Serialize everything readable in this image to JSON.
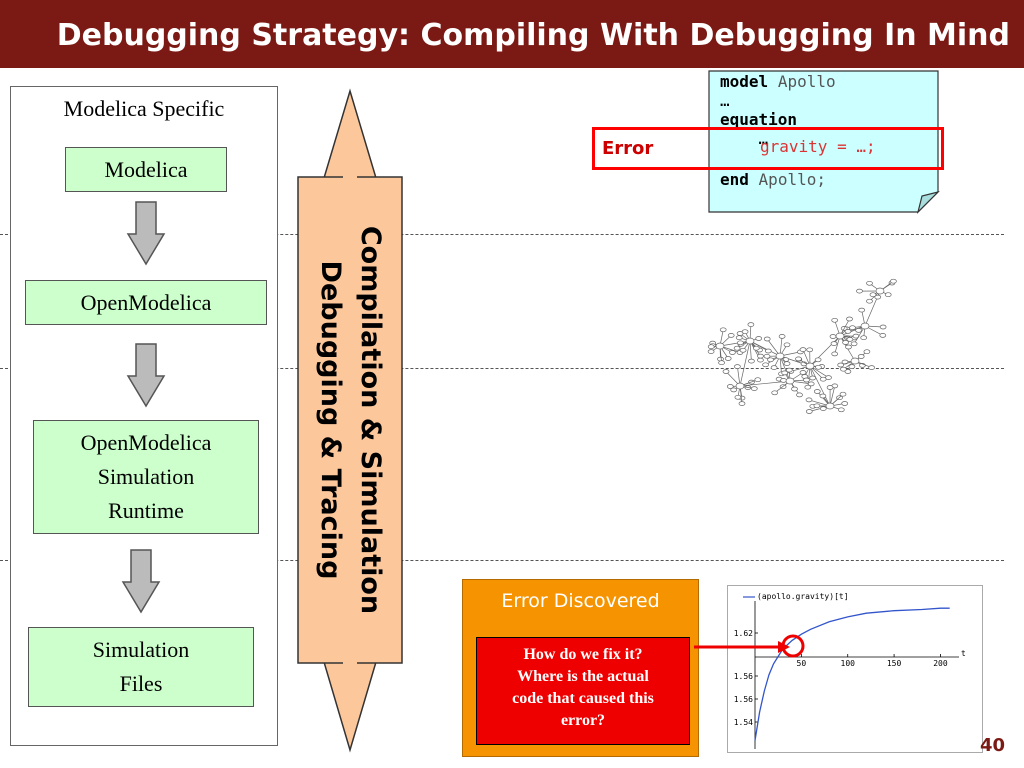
{
  "title": "Debugging Strategy: Compiling With Debugging In Mind",
  "left_panel": {
    "heading": "Modelica Specific",
    "steps": [
      "Modelica",
      "OpenModelica",
      "OpenModelica\nSimulation\nRuntime",
      "Simulation\nFiles"
    ]
  },
  "arrow": {
    "line1": "Compilation & Simulation",
    "line2": "Debugging & Tracing",
    "fill_color": "#fcc89b"
  },
  "code": {
    "kw_model": "model",
    "name1": "Apollo",
    "ellipsis1": "…",
    "kw_equation": "equation",
    "ellipsis2": "…",
    "equation_line": "gravity = …;",
    "kw_end": "end",
    "name2": "Apollo;"
  },
  "error_label": "Error",
  "error_box": {
    "title": "Error Discovered",
    "question": "How do we fix it?\nWhere is the actual\ncode that caused this\nerror?"
  },
  "chart_data": {
    "type": "line",
    "title": "",
    "legend": "(apollo.gravity)[t]",
    "xlabel": "t",
    "ylabel": "",
    "x_ticks": [
      "50",
      "100",
      "150",
      "200"
    ],
    "y_ticks": [
      "1.62",
      "1.56",
      "1.56",
      "1.54"
    ],
    "xlim": [
      0,
      220
    ],
    "ylim": [
      1.53,
      1.64
    ],
    "series": [
      {
        "x": [
          0,
          5,
          10,
          15,
          20,
          30,
          40,
          50,
          60,
          80,
          100,
          120,
          150,
          180,
          200,
          210
        ],
        "y": [
          1.532,
          1.555,
          1.572,
          1.585,
          1.594,
          1.606,
          1.613,
          1.618,
          1.622,
          1.628,
          1.632,
          1.635,
          1.637,
          1.638,
          1.639,
          1.639
        ]
      }
    ],
    "marked_point": {
      "x": 35,
      "y": 1.609
    }
  },
  "page_number": "40",
  "colors": {
    "title_bar": "#7b1a14",
    "step_box": "#ccffcc",
    "code_box": "#ccffff",
    "error": "#ff0000",
    "orange": "#f59400",
    "series": "#3355cc"
  }
}
